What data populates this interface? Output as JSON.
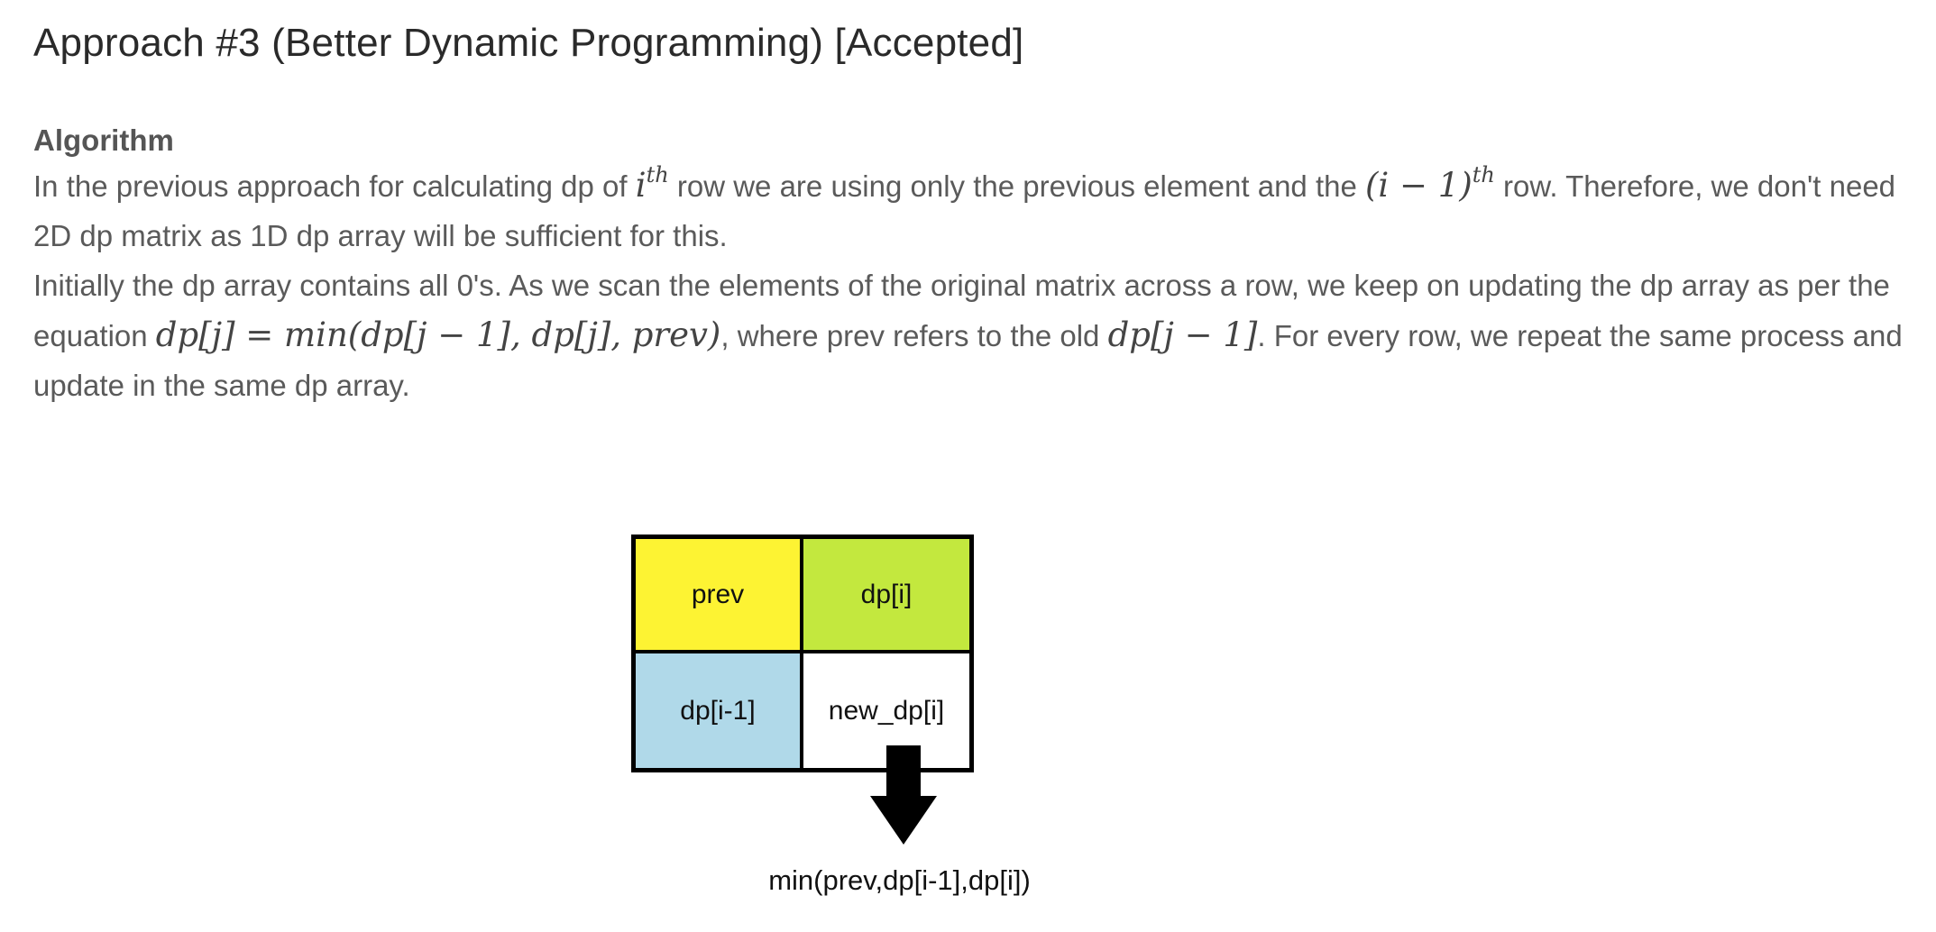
{
  "heading": {
    "title": "Approach #3 (Better Dynamic Programming) [Accepted]",
    "subtitle": "Algorithm"
  },
  "paragraph1": {
    "t1": "In the previous approach for calculating dp of ",
    "m1_base": "i",
    "m1_sup": "th",
    "t2": " row we are using only the previous element and the ",
    "m2_base": "(i − 1)",
    "m2_sup": "th",
    "t3": " row. Therefore, we don't need 2D dp matrix as 1D dp array will be sufficient for this."
  },
  "paragraph2": {
    "t1": "Initially the dp array contains all 0's. As we scan the elements of the original matrix across a row, we keep on updating the dp array as per the equation ",
    "m1": "dp[j] = min(dp[j − 1], dp[j], prev)",
    "t2": ", where prev refers to the old ",
    "m2": "dp[j − 1]",
    "t3": ". For every row, we repeat the same process and update in the same dp array."
  },
  "diagram": {
    "cells": {
      "prev": "prev",
      "dp_i": "dp[i]",
      "dp_i_minus_1": "dp[i-1]",
      "new_dp_i": "new_dp[i]"
    },
    "result": "min(prev,dp[i-1],dp[i])",
    "colors": {
      "prev": "#fdf333",
      "dp_i": "#c3e83e",
      "dp_i_minus_1": "#b0d9e9",
      "new_dp_i": "#ffffff",
      "arrow": "#000000"
    }
  }
}
